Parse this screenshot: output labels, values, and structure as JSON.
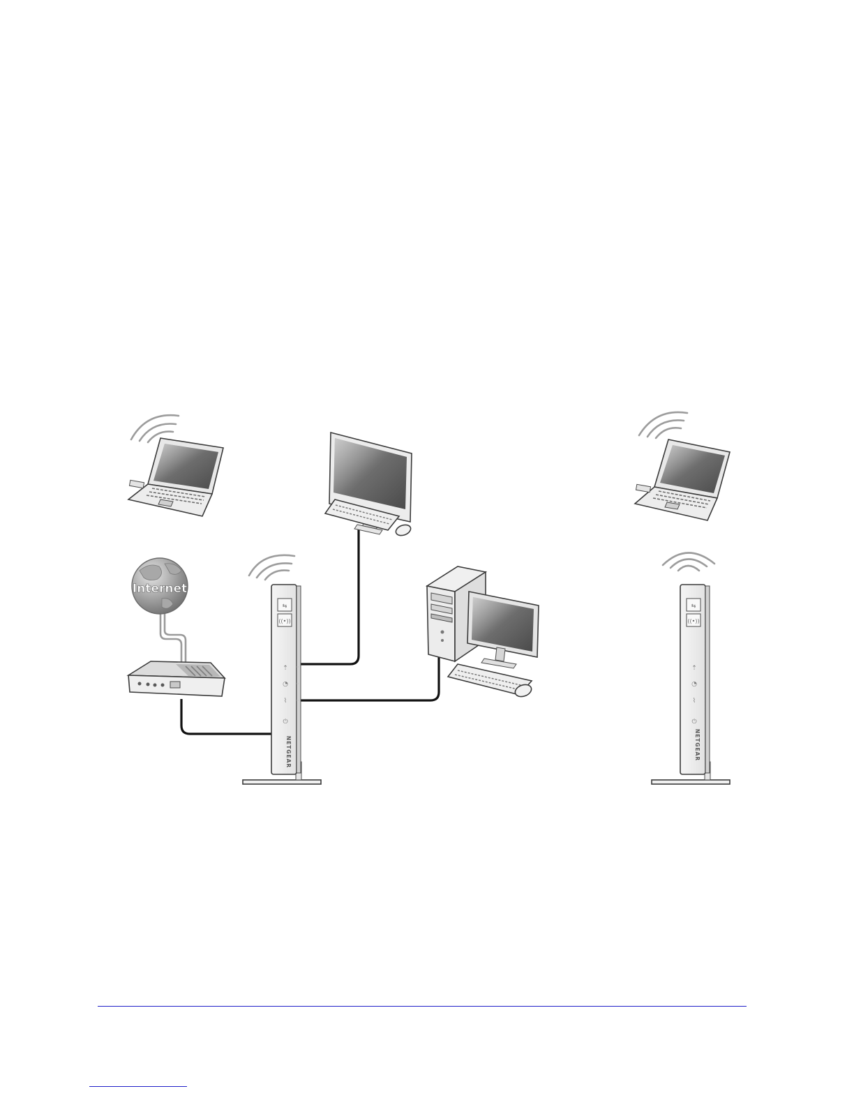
{
  "diagram": {
    "internet_label": "Internet",
    "router_brand_left": "NETGEAR",
    "router_brand_right": "NETGEAR"
  },
  "colors": {
    "footer_rule": "#1d1dc8",
    "cable": "#111111",
    "wireless_wave": "#9c9c9c"
  },
  "icons": [
    "wifi-signal-icon",
    "laptop-icon",
    "imac-monitor-icon",
    "desktop-tower-icon",
    "globe-icon",
    "cable-modem-icon",
    "wireless-router-icon",
    "keyboard-icon",
    "mouse-icon"
  ]
}
